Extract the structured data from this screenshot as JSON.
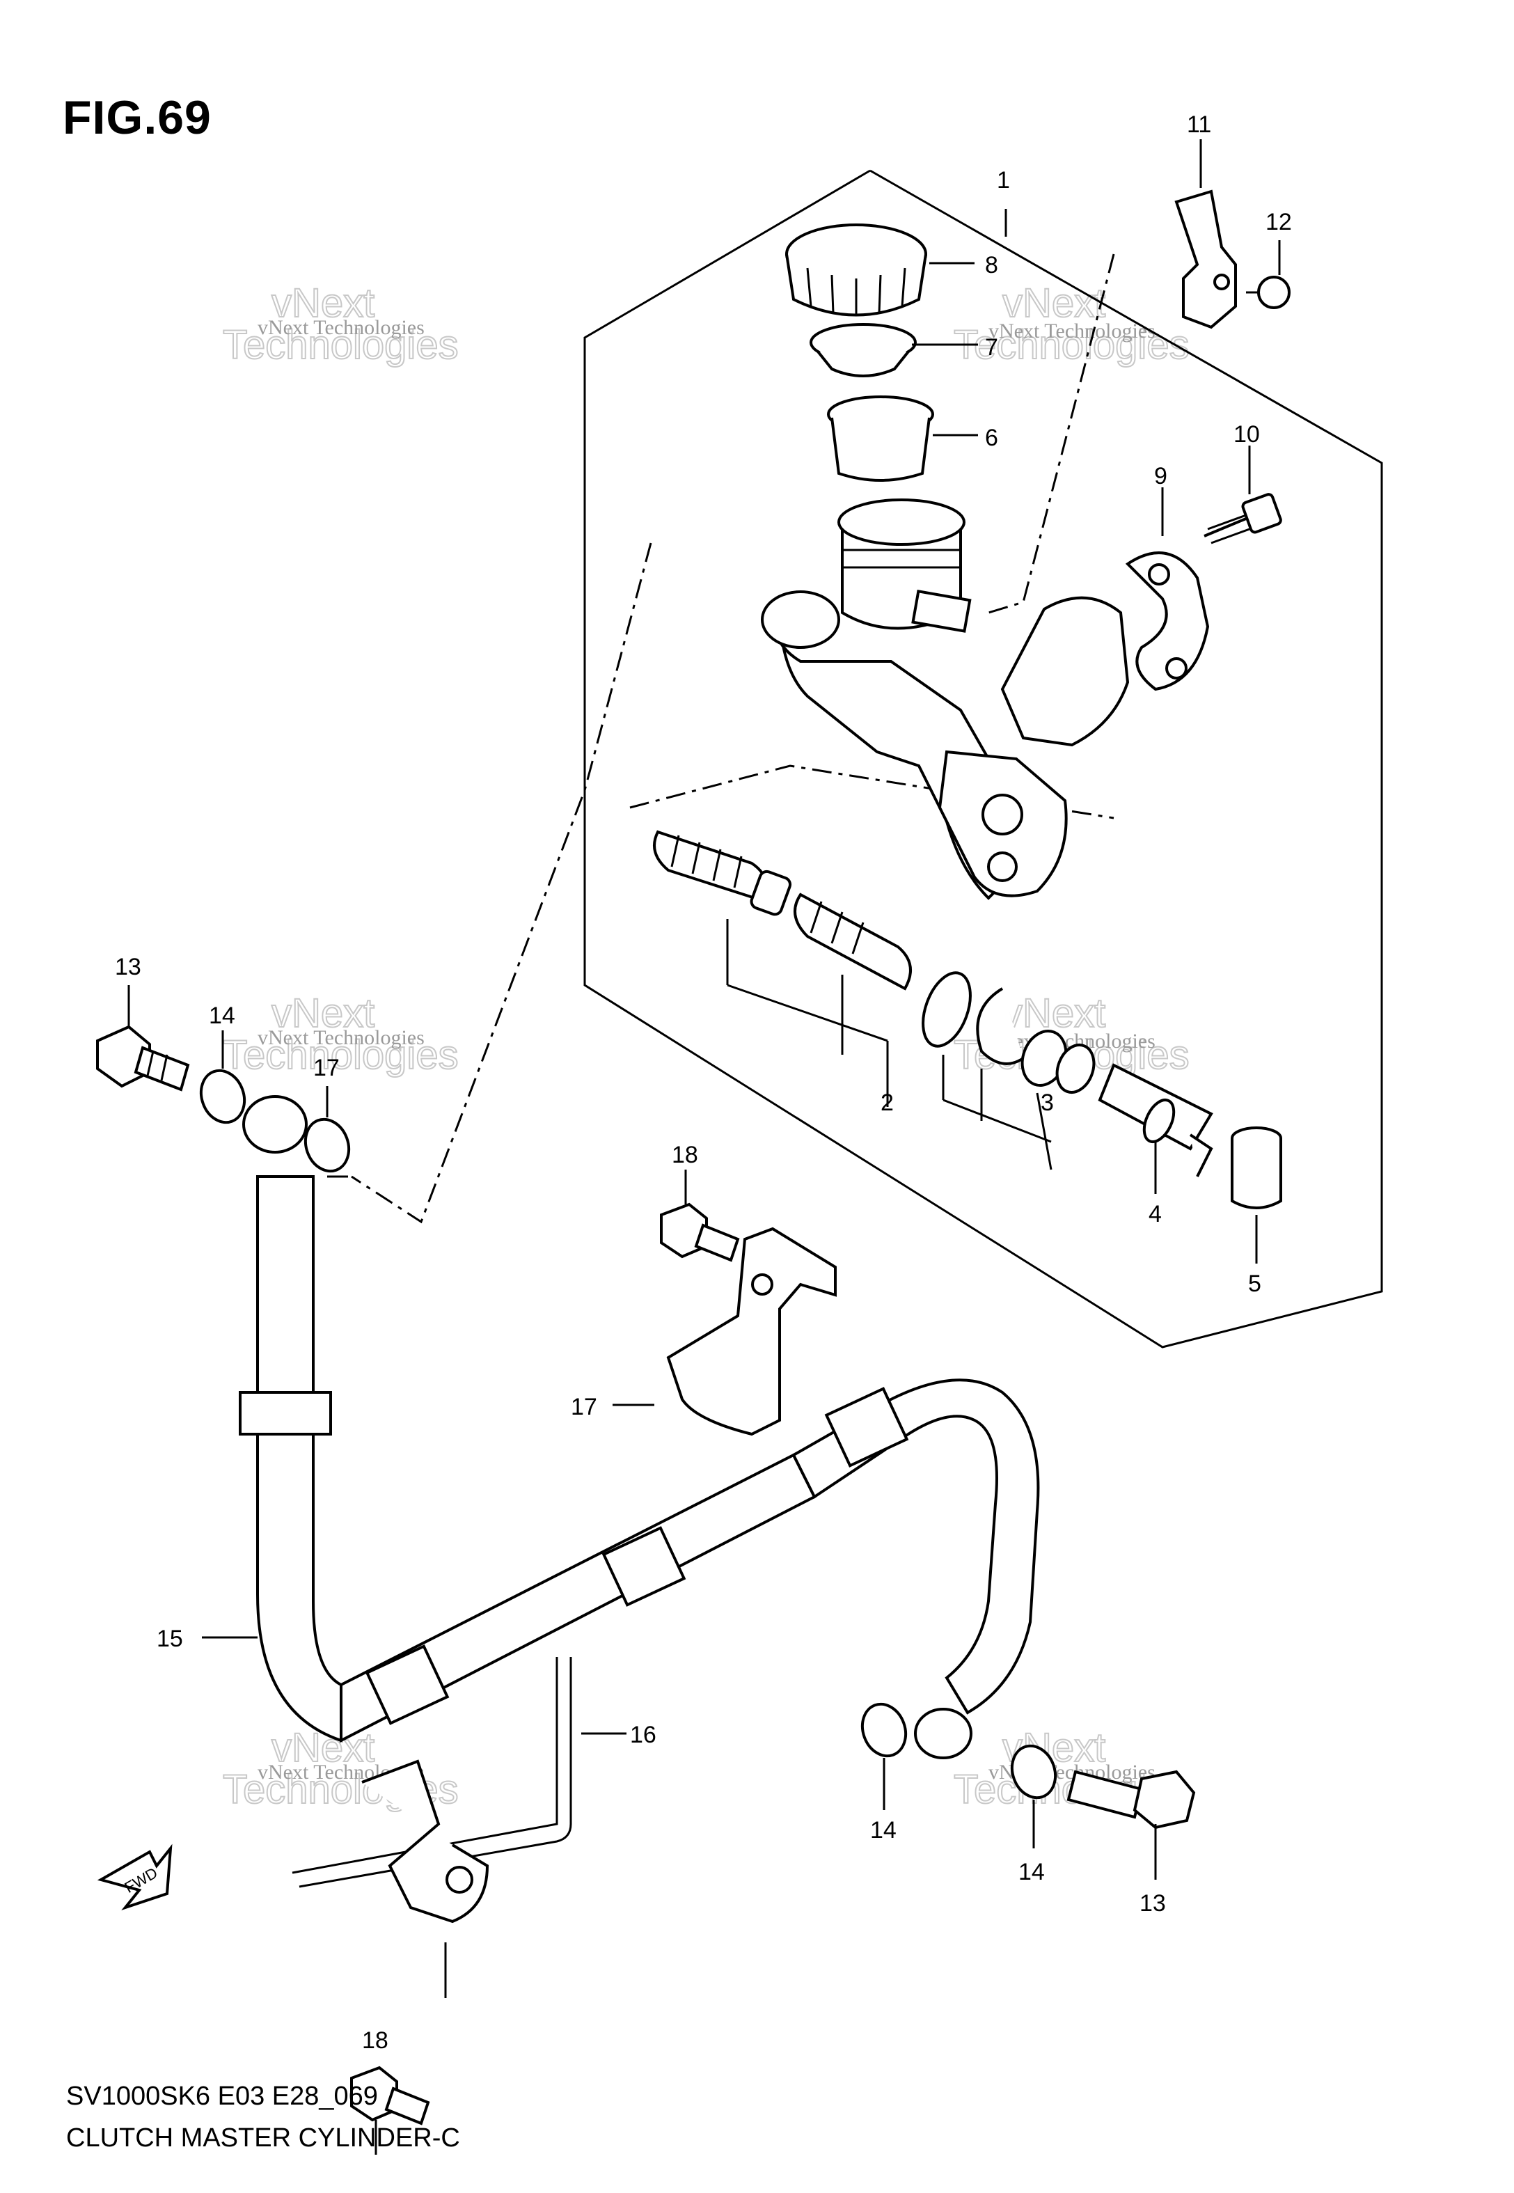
{
  "figure": {
    "title": "FIG.69",
    "code": "SV1000SK6 E03 E28_069",
    "name": "CLUTCH MASTER CYLINDER-C"
  },
  "watermark": {
    "line1": "vNext Technologies",
    "line2": "vNext",
    "line3": "Technologies"
  },
  "fwd_label": "FWD",
  "callouts": [
    "1",
    "2",
    "3",
    "4",
    "5",
    "6",
    "7",
    "8",
    "9",
    "10",
    "11",
    "12",
    "13",
    "14",
    "15",
    "16",
    "17",
    "18"
  ],
  "callout_instances": {
    "c1": "1",
    "c2": "2",
    "c3": "3",
    "c4": "4",
    "c5": "5",
    "c6": "6",
    "c7": "7",
    "c8": "8",
    "c9": "9",
    "c10": "10",
    "c11": "11",
    "c12": "12",
    "c13a": "13",
    "c13b": "13",
    "c14a": "14",
    "c14b": "14",
    "c14c": "14",
    "c15": "15",
    "c16": "16",
    "c17a": "17",
    "c17b": "17",
    "c18a": "18",
    "c18b": "18"
  }
}
